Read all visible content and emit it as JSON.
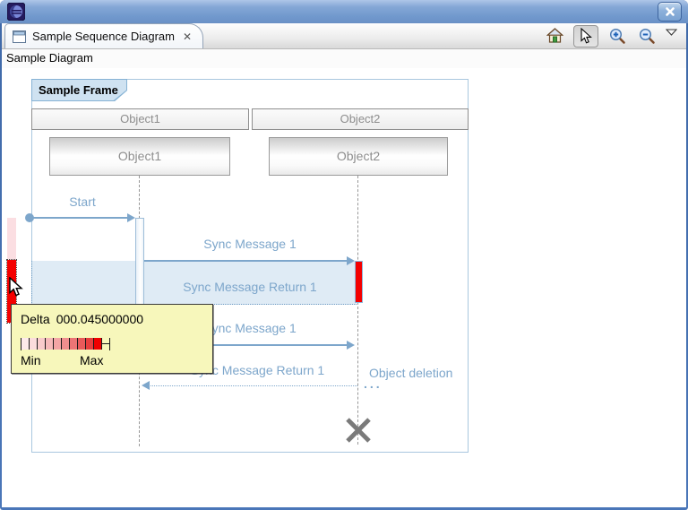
{
  "window": {
    "close_glyph": "✕",
    "app_icon": "eclipse-logo"
  },
  "tab": {
    "title": "Sample Sequence Diagram",
    "close_glyph": "✕",
    "view_icon": "view-window-icon"
  },
  "toolbar": {
    "items": [
      {
        "name": "home",
        "icon": "home-icon"
      },
      {
        "name": "select",
        "icon": "cursor-arrow-icon",
        "pressed": true
      },
      {
        "name": "zoom-in",
        "icon": "magnifier-plus-icon"
      },
      {
        "name": "zoom-out",
        "icon": "magnifier-minus-icon"
      },
      {
        "name": "view-menu",
        "icon": "dropdown-triangle-icon"
      }
    ]
  },
  "subheader": {
    "label": "Sample Diagram"
  },
  "diagram": {
    "frame_label": "Sample Frame",
    "headers": [
      "Object1",
      "Object2"
    ],
    "lifeline_boxes": [
      "Object1",
      "Object2"
    ],
    "messages": {
      "start": "Start",
      "sync1": "Sync Message 1",
      "sync1_return": "Sync Message Return 1",
      "sync2": "Sync Message 1",
      "sync2_return": "Sync Message Return 1"
    },
    "object_deletion": "Object deletion",
    "ellipsis": "..."
  },
  "tooltip": {
    "label": "Delta",
    "value": "000.045000000",
    "min": "Min",
    "max": "Max",
    "scale_colors": [
      "#fdeaea",
      "#fbdcdc",
      "#f9cbcb",
      "#f6b9b9",
      "#f3a5a5",
      "#f08e8e",
      "#ec7575",
      "#e95a5a",
      "#e73e3e",
      "#f00000"
    ]
  },
  "colors": {
    "accent_blue": "#7da6cb",
    "frame_border": "#a9c7df",
    "frame_label_bg": "#cfe2f1",
    "execution_red": "#f40000",
    "tooltip_bg": "#f7f7bb",
    "titlebar_blue": "#7199cd",
    "object_text_gray": "#8d8d8d"
  }
}
